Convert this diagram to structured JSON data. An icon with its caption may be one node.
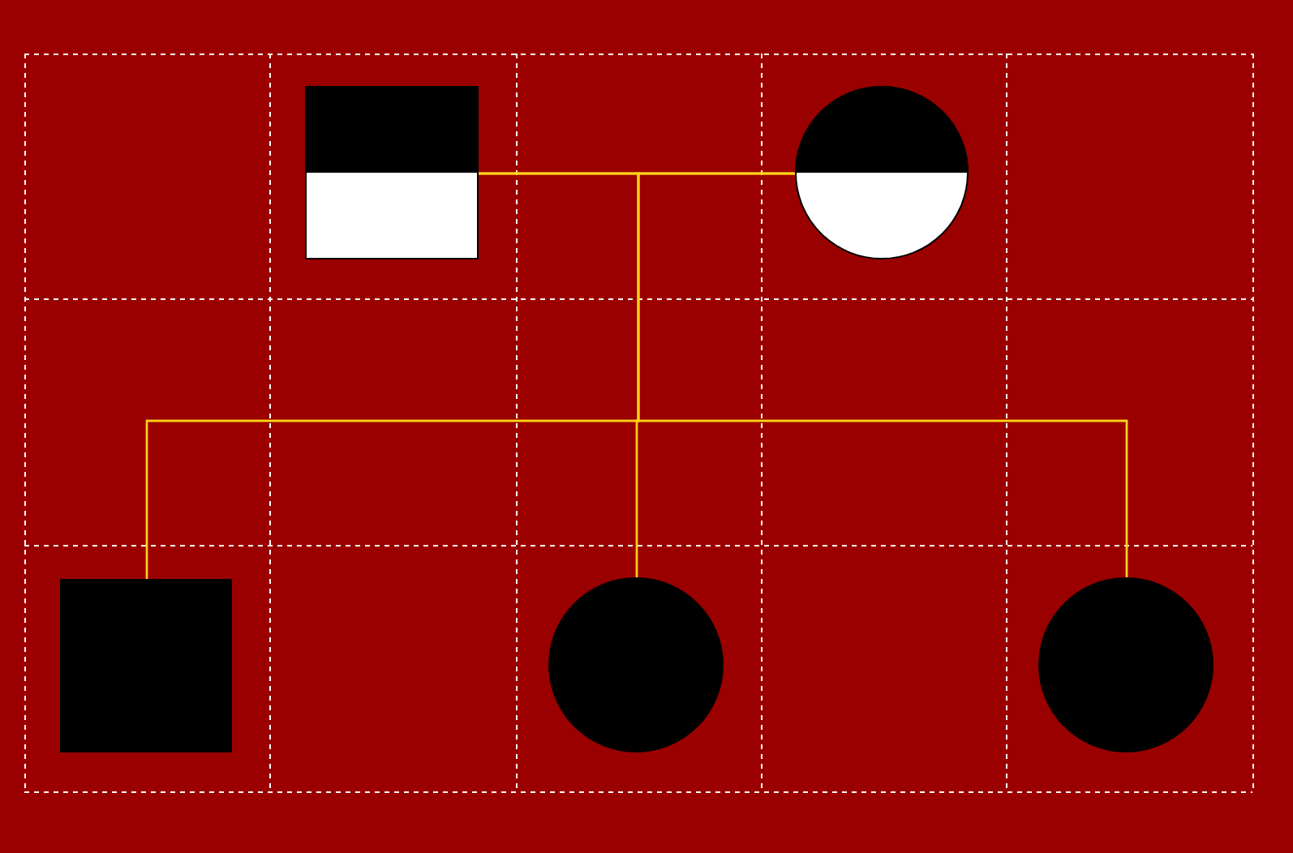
{
  "diagram": {
    "nodes": [
      {
        "text": [],
        "shape": "box"
      },
      {
        "text": [],
        "shape": "circle"
      },
      {
        "text": [],
        "shape": "box"
      },
      {
        "text": [],
        "shape": "circle"
      },
      {
        "text": [],
        "shape": "circle"
      }
    ],
    "edges": [
      {
        "from": 0,
        "to": 1,
        "arrow": "none"
      },
      {
        "from": 0,
        "to": 2,
        "arrow": "none"
      },
      {
        "from": 0,
        "to": 3,
        "arrow": "none"
      },
      {
        "from": 0,
        "to": 4,
        "arrow": "none"
      },
      {
        "from": 1,
        "to": 2,
        "arrow": "none"
      },
      {
        "from": 1,
        "to": 3,
        "arrow": "none"
      },
      {
        "from": 1,
        "to": 4,
        "arrow": "none"
      }
    ]
  }
}
